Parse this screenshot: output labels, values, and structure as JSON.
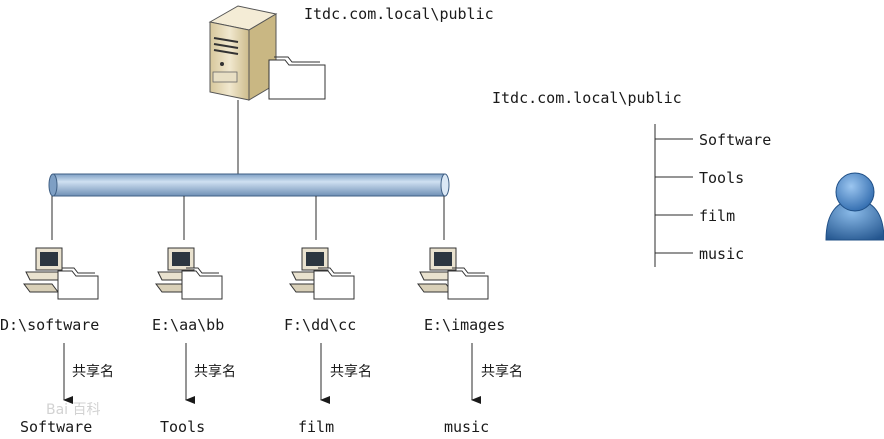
{
  "server": {
    "path_label": "Itdc.com.local\\public",
    "icon": "server-icon"
  },
  "namespace": {
    "root_label": "Itdc.com.local\\public",
    "items": [
      "Software",
      "Tools",
      "film",
      "music"
    ]
  },
  "clients": [
    {
      "path": "D:\\software",
      "share_caption": "共享名",
      "share_name": "Software"
    },
    {
      "path": "E:\\aa\\bb",
      "share_caption": "共享名",
      "share_name": "Tools"
    },
    {
      "path": "F:\\dd\\cc",
      "share_caption": "共享名",
      "share_name": "film"
    },
    {
      "path": "E:\\images",
      "share_caption": "共享名",
      "share_name": "music"
    }
  ],
  "watermark": "Bai 百科",
  "colors": {
    "bus": "#9fbede",
    "bus_dark": "#4a6b8f",
    "server_body": "#e7dcc0",
    "user_blue": "#4f8fd0",
    "user_dark": "#1f4f86"
  },
  "icons": [
    "server-icon",
    "folder-icon",
    "computer-icon",
    "user-icon",
    "network-bus"
  ]
}
